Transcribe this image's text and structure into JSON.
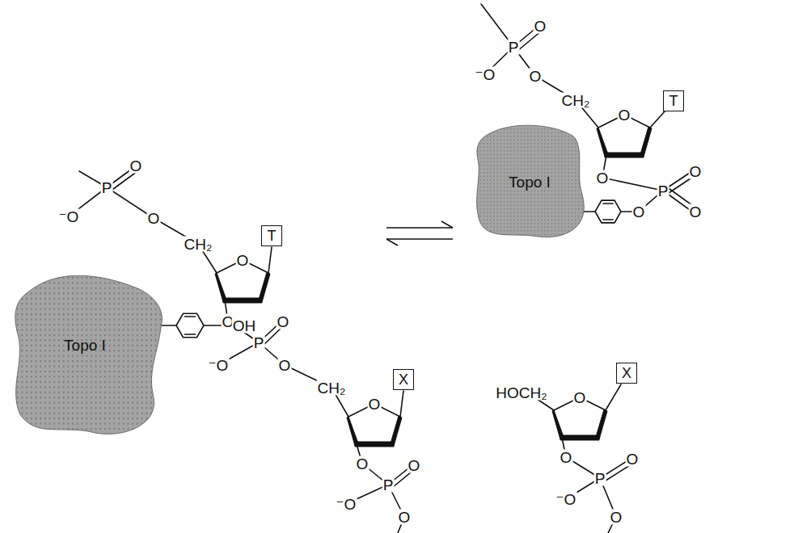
{
  "diagram": {
    "nodes": [
      {
        "text": [
          "Topo I"
        ]
      },
      {
        "text": [
          "T"
        ]
      },
      {
        "text": [
          "X"
        ]
      },
      {
        "text": [
          "Topo I"
        ]
      },
      {
        "text": [
          "T"
        ]
      },
      {
        "text": [
          "X"
        ]
      }
    ],
    "labels": [
      "O",
      "P",
      "⁻O",
      "O",
      "CH₂",
      "O",
      "O",
      "P",
      "O",
      "⁻O",
      "O",
      "CH₂",
      "O",
      "O",
      "P",
      "⁻O",
      "O",
      "O",
      "OH",
      "P",
      "O",
      "⁻O",
      "O",
      "CH₂",
      "O",
      "O",
      "O",
      "P",
      "O",
      "O",
      "HOCH₂",
      "O",
      "O",
      "P",
      "⁻O",
      "O",
      "O"
    ]
  }
}
